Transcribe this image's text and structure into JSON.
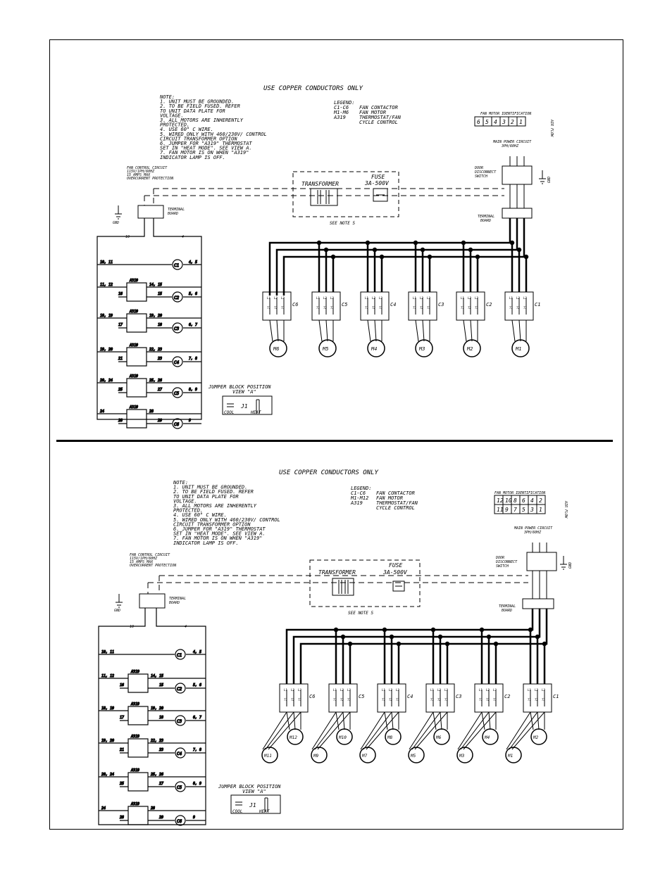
{
  "header": "USE COPPER CONDUCTORS ONLY",
  "notes": {
    "title": "NOTE:",
    "lines": [
      "1.  UNIT MUST BE GROUNDED.",
      "2.  TO BE FIELD FUSED. REFER",
      "    TO UNIT DATA PLATE FOR",
      "    VOLTAGE.",
      "3.  ALL MOTORS ARE INHERENTLY",
      "    PROTECTED.",
      "4.  USE 60° C WIRE.",
      "5.  WIRED ONLY WITH 460/230V/ CONTROL",
      "    CIRCUIT TRANSFORMER OPTION",
      "6.  JUMPER FOR \"A319\" THERMOSTAT",
      "    SET IN \"HEAT MODE\". SEE VIEW A.",
      "7.  FAN MOTOR IS ON WHEN \"A319\"",
      "    INDICATOR LAMP IS OFF."
    ]
  },
  "legend_a": {
    "title": "LEGEND:",
    "rows": [
      [
        "C1-C6",
        "FAN CONTACTOR"
      ],
      [
        "M1-M6",
        "FAN MOTOR"
      ],
      [
        "A319",
        "THERMOSTAT/FAN"
      ],
      [
        "",
        "CYCLE CONTROL"
      ]
    ]
  },
  "legend_b": {
    "title": "LEGEND:",
    "rows": [
      [
        "C1-C6",
        "FAN CONTACTOR"
      ],
      [
        "M1-M12",
        "FAN MOTOR"
      ],
      [
        "A319",
        "THERMOSTAT/FAN"
      ],
      [
        "",
        "CYCLE CONTROL"
      ]
    ]
  },
  "fan_id": {
    "title": "FAN MOTOR IDENTIFICATION",
    "side_label": "AIR FLOW",
    "row_a": [
      "6",
      "5",
      "4",
      "3",
      "2",
      "1"
    ],
    "row_b_top": [
      "12",
      "10",
      "8",
      "6",
      "4",
      "2"
    ],
    "row_b_bottom": [
      "11",
      "9",
      "7",
      "5",
      "3",
      "1"
    ]
  },
  "main_power": {
    "title": "MAIN POWER CIRCUIT",
    "spec": "3PH/60HZ"
  },
  "disconnect": {
    "line1": "DOOR",
    "line2": "DISCONNECT",
    "line3": "SWITCH"
  },
  "fan_control": {
    "line1": "FAN CONTROL CIRCUIT",
    "line2": "115V/1PH/60HZ",
    "line3": "15 AMPS MAX",
    "line4": "OVERCURRENT PROTECTION"
  },
  "gnd": "GND",
  "transformer": "TRANSFORMER",
  "fuse": {
    "label": "FUSE",
    "rating": "3A-500V"
  },
  "see_note": "SEE NOTE 5",
  "terminal_board": {
    "line1": "TERMINAL",
    "line2": "BOARD"
  },
  "terminals": {
    "left": [
      "T1",
      "T2"
    ],
    "right": [
      "T1",
      "T2",
      "T3"
    ],
    "disc": [
      "L1",
      "L2",
      "L3"
    ]
  },
  "contactors": [
    "C6",
    "C5",
    "C4",
    "C3",
    "C2",
    "C1"
  ],
  "contact_labels": {
    "line": [
      "L1",
      "L2",
      "L3"
    ],
    "load": [
      "T1",
      "T2",
      "T3"
    ]
  },
  "motors_a": [
    "M6",
    "M5",
    "M4",
    "M3",
    "M2",
    "M1"
  ],
  "motors_b_top": [
    "M12",
    "M10",
    "M8",
    "M6",
    "M4",
    "M2"
  ],
  "motors_b_bottom": [
    "M11",
    "M9",
    "M7",
    "M5",
    "M3",
    "M1"
  ],
  "thermostat": "A319",
  "control_labels": {
    "wire_left": "10",
    "wire_right": "4",
    "row1_left": "10, 11",
    "row1_right": "4, 5",
    "coil1": "C1",
    "rows": [
      {
        "in": "11, 12",
        "sub": "16",
        "out": "14, 15",
        "mid": "15",
        "coil": "C2",
        "right": "5, 6"
      },
      {
        "in": "18, 19",
        "sub": "17",
        "out": "19, 20",
        "mid": "18",
        "coil": "C3",
        "right": "6, 7"
      },
      {
        "in": "19, 20",
        "sub": "21",
        "out": "22, 23",
        "mid": "23",
        "coil": "C4",
        "right": "7, 8"
      },
      {
        "in": "20, 24",
        "sub": "25",
        "out": "25, 26",
        "mid": "27",
        "coil": "C5",
        "right": "8, 9"
      },
      {
        "in": "24",
        "sub": "28",
        "out": "28",
        "mid": "29",
        "coil": "C6",
        "right": "9"
      }
    ]
  },
  "jumper": {
    "title": "JUMPER BLOCK POSITION",
    "view": "VIEW \"A\"",
    "j": "J1",
    "cool": "COOL",
    "heat": "HEAT"
  }
}
